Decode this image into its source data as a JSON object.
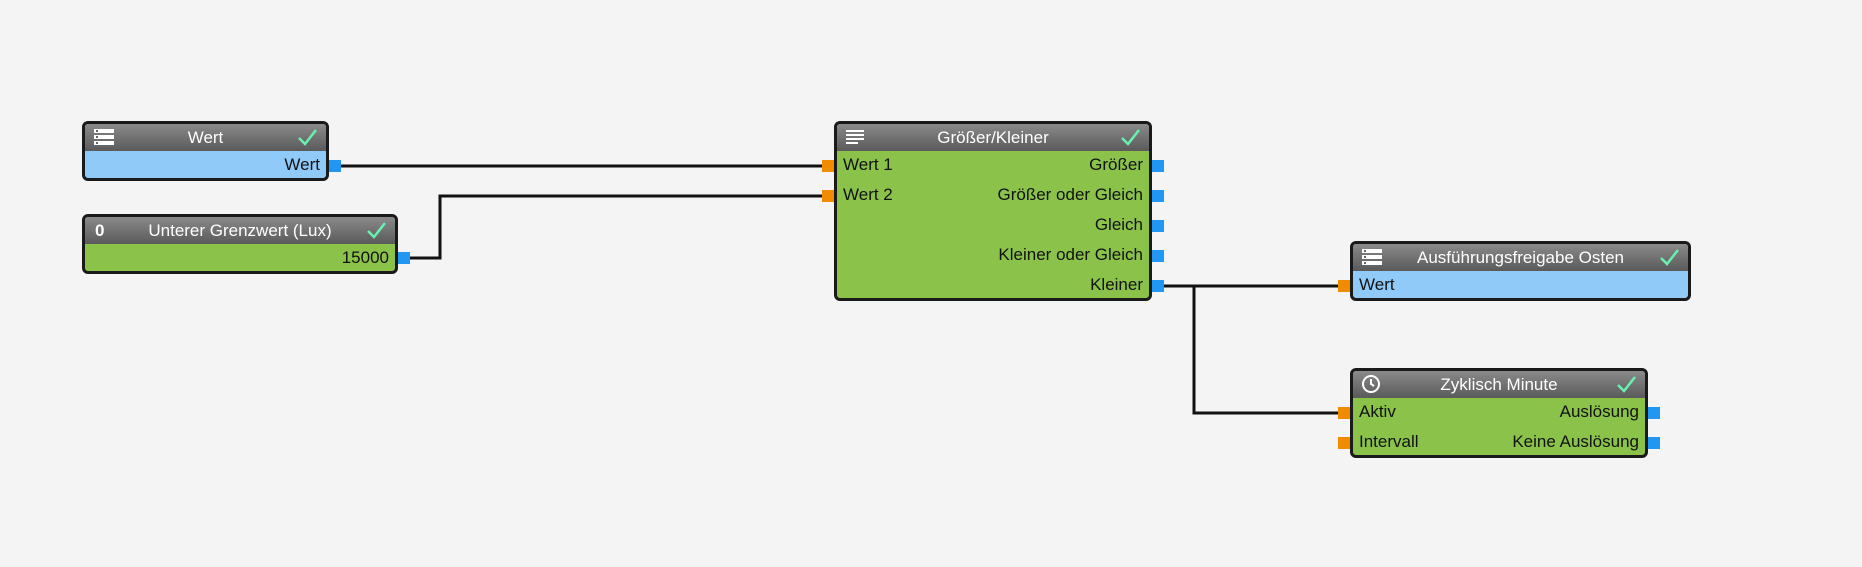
{
  "nodes": {
    "wert_source": {
      "title": "Wert",
      "outputs": [
        "Wert"
      ]
    },
    "grenzwert": {
      "badge": "0",
      "title": "Unterer Grenzwert (Lux)",
      "value": "15000"
    },
    "compare": {
      "title": "Größer/Kleiner",
      "inputs": [
        "Wert 1",
        "Wert 2"
      ],
      "outputs": [
        "Größer",
        "Größer oder Gleich",
        "Gleich",
        "Kleiner oder Gleich",
        "Kleiner"
      ]
    },
    "freigabe": {
      "title": "Ausführungsfreigabe Osten",
      "inputs": [
        "Wert"
      ]
    },
    "zyklisch": {
      "title": "Zyklisch Minute",
      "inputs": [
        "Aktiv",
        "Intervall"
      ],
      "outputs": [
        "Auslösung",
        "Keine Auslösung"
      ]
    }
  },
  "colors": {
    "node_green": "#8bc34a",
    "node_blue": "#90caf9",
    "header_gray": "#6e6e6e",
    "input_port": "#f08c00",
    "output_port": "#2196f3",
    "check": "#69f0ae",
    "background": "#f4f4f4"
  },
  "icons": {
    "wert_source": "list-storage-icon",
    "compare": "text-lines-icon",
    "freigabe": "list-storage-icon",
    "zyklisch": "clock-icon",
    "status": "checkmark-icon"
  }
}
